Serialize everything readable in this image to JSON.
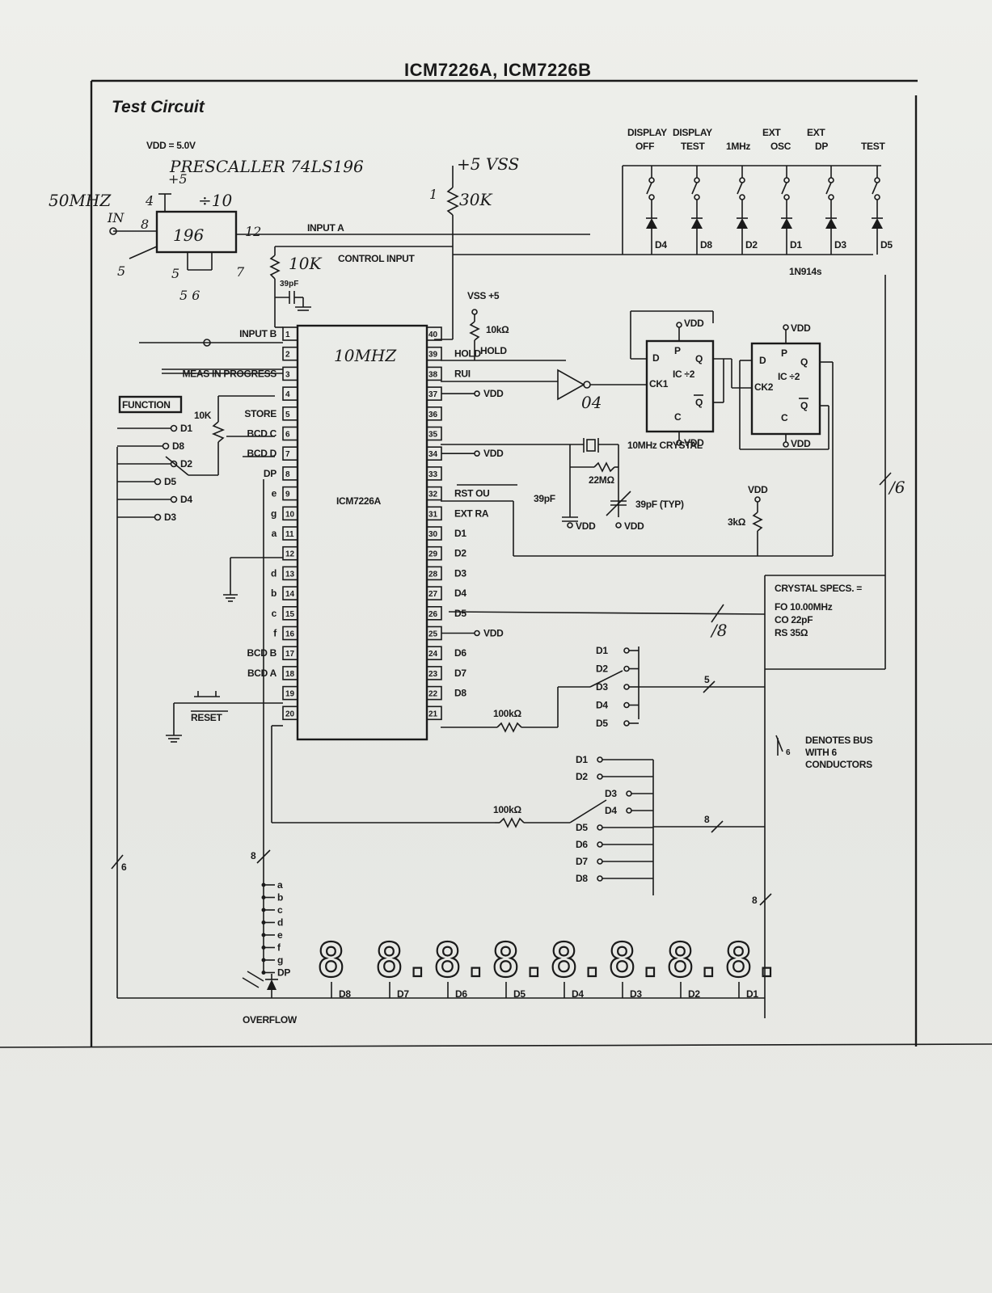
{
  "header": {
    "part_number": "ICM7226A, ICM7226B",
    "section_title": "Test Circuit"
  },
  "supply": {
    "vdd": "VDD = 5.0V"
  },
  "handwritten": {
    "prescaler": "PRESCALLER 74LS196",
    "freq_in": "50MHZ",
    "in_label": "IN",
    "divide": "÷10",
    "chip": "196",
    "vss": "+5 VSS",
    "pot": "30K",
    "r10k": "10K",
    "vss2": "VSS +5",
    "osc": "10MHZ",
    "inv": "04",
    "bus6": "/6",
    "bus8": "/8",
    "pin4": "4",
    "pin8": "8",
    "pin12": "12",
    "pin5": "5",
    "pin7": "7",
    "pin56": "5 6",
    "plus5": "+5",
    "pin1": "1",
    "arrow5": "5"
  },
  "ic": {
    "name": "ICM7226A",
    "left_pins": [
      {
        "n": "1",
        "label": "INPUT B"
      },
      {
        "n": "2",
        "label": ""
      },
      {
        "n": "3",
        "label": "MEAS IN PROGRESS"
      },
      {
        "n": "4",
        "label": ""
      },
      {
        "n": "5",
        "label": "STORE"
      },
      {
        "n": "6",
        "label": "BCD C"
      },
      {
        "n": "7",
        "label": "BCD D"
      },
      {
        "n": "8",
        "label": "DP"
      },
      {
        "n": "9",
        "label": "e"
      },
      {
        "n": "10",
        "label": "g"
      },
      {
        "n": "11",
        "label": "a"
      },
      {
        "n": "12",
        "label": ""
      },
      {
        "n": "13",
        "label": "d"
      },
      {
        "n": "14",
        "label": "b"
      },
      {
        "n": "15",
        "label": "c"
      },
      {
        "n": "16",
        "label": "f"
      },
      {
        "n": "17",
        "label": "BCD B"
      },
      {
        "n": "18",
        "label": "BCD A"
      },
      {
        "n": "19",
        "label": ""
      },
      {
        "n": "20",
        "label": ""
      }
    ],
    "right_pins": [
      {
        "n": "40",
        "label": ""
      },
      {
        "n": "39",
        "label": "HOLD"
      },
      {
        "n": "38",
        "label": "RUI"
      },
      {
        "n": "37",
        "label": "VDD"
      },
      {
        "n": "36",
        "label": ""
      },
      {
        "n": "35",
        "label": ""
      },
      {
        "n": "34",
        "label": "VDD"
      },
      {
        "n": "33",
        "label": ""
      },
      {
        "n": "32",
        "label": "RST OU"
      },
      {
        "n": "31",
        "label": "EXT RA"
      },
      {
        "n": "30",
        "label": "D1"
      },
      {
        "n": "29",
        "label": "D2"
      },
      {
        "n": "28",
        "label": "D3"
      },
      {
        "n": "27",
        "label": "D4"
      },
      {
        "n": "26",
        "label": "D5"
      },
      {
        "n": "25",
        "label": "VDD"
      },
      {
        "n": "24",
        "label": "D6"
      },
      {
        "n": "23",
        "label": "D7"
      },
      {
        "n": "22",
        "label": "D8"
      },
      {
        "n": "21",
        "label": ""
      }
    ]
  },
  "labels": {
    "input_a": "INPUT A",
    "control_input": "CONTROL INPUT",
    "c39pf": "39pF",
    "function": "FUNCTION",
    "r10k_func": "10K",
    "reset": "RESET",
    "r10kohm": "10kΩ",
    "hold": "HOLD",
    "vdd": "VDD",
    "crystal": "10MHz CRYSTAL",
    "r22m": "22MΩ",
    "c39pf_left": "39pF",
    "c39pf_typ": "39pF (TYP)",
    "r3k": "3kΩ",
    "ic1": "IC ÷2",
    "ic2": "IC ÷2",
    "ck1": "CK1",
    "ck2": "CK2",
    "ff_d": "D",
    "ff_p": "P",
    "ff_q": "Q",
    "ff_qbar": "Q",
    "ff_c": "C",
    "diodes": "1N914s",
    "crystal_specs_title": "CRYSTAL SPECS. =",
    "crystal_fo": "FO  10.00MHz",
    "crystal_co": "CO  22pF",
    "crystal_rs": "RS  35Ω",
    "r100k_1": "100kΩ",
    "r100k_2": "100kΩ",
    "bus_note": "DENOTES BUS WITH 6 CONDUCTORS",
    "overflow": "OVERFLOW",
    "bus5": "5",
    "bus8": "8",
    "bus8b": "8",
    "bus8c": "8",
    "bus6": "6",
    "bus6_note": "6"
  },
  "func_switch": [
    "D1",
    "D8",
    "D2",
    "D5",
    "D4",
    "D3"
  ],
  "top_switches": [
    {
      "top": "DISPLAY",
      "bottom": "OFF",
      "diode": "D4"
    },
    {
      "top": "DISPLAY",
      "bottom": "TEST",
      "diode": "D8"
    },
    {
      "top": "",
      "bottom": "1MHz",
      "diode": "D2"
    },
    {
      "top": "EXT",
      "bottom": "OSC",
      "diode": "D1"
    },
    {
      "top": "EXT",
      "bottom": "DP",
      "diode": "D3"
    },
    {
      "top": "",
      "bottom": "TEST",
      "diode": "D5"
    }
  ],
  "range_switch": [
    "D1",
    "D2",
    "D3",
    "D4",
    "D5"
  ],
  "digit_switch": [
    "D1",
    "D2",
    "D3",
    "D4",
    "D5",
    "D6",
    "D7",
    "D8"
  ],
  "segments": [
    "a",
    "b",
    "c",
    "d",
    "e",
    "f",
    "g",
    "DP"
  ],
  "display_digits": [
    "D8",
    "D7",
    "D6",
    "D5",
    "D4",
    "D3",
    "D2",
    "D1"
  ]
}
